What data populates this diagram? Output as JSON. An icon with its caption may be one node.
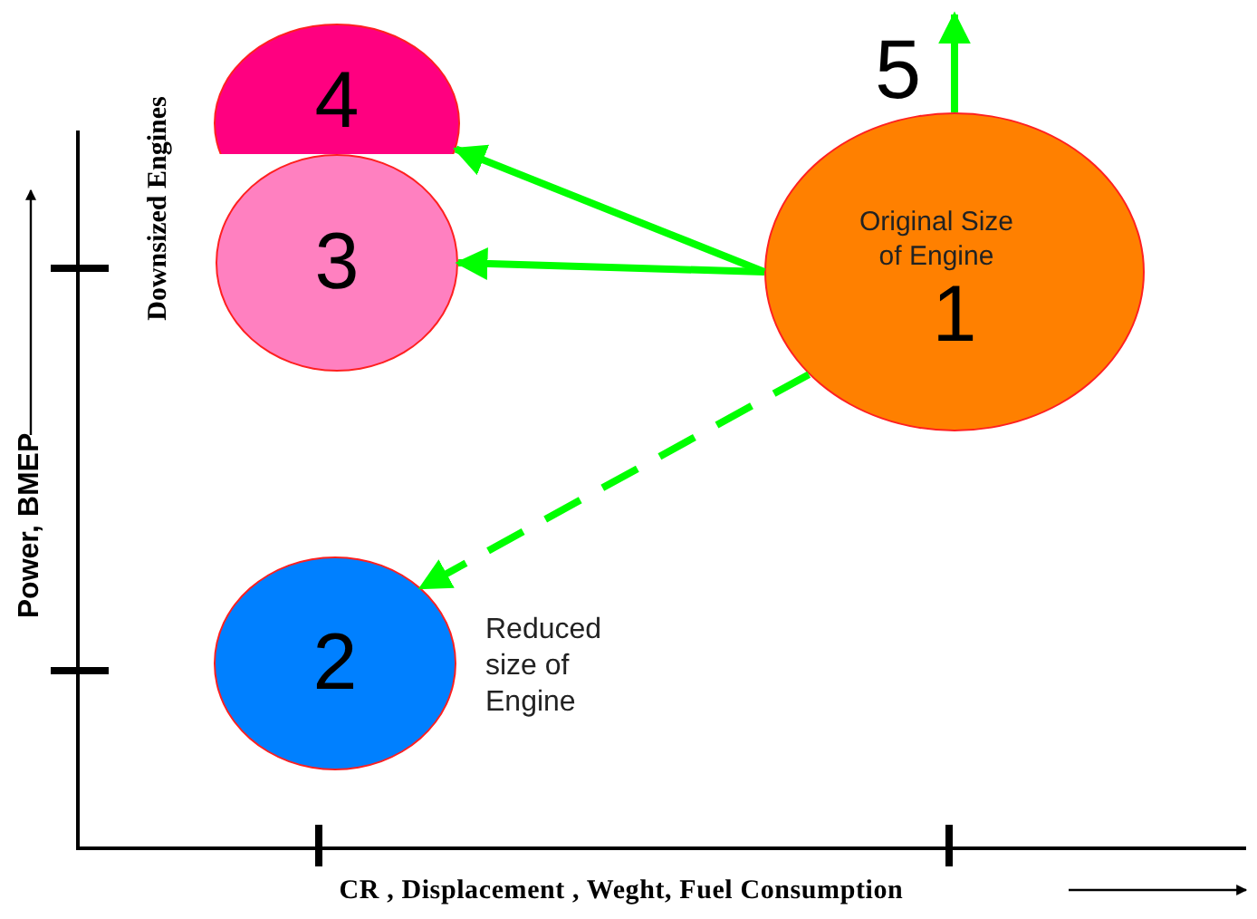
{
  "diagram": {
    "nodes": [
      {
        "text": [
          "4"
        ]
      },
      {
        "text": [
          "3"
        ]
      },
      {
        "text": [
          "Original Size of Engine",
          "1"
        ]
      },
      {
        "text": [
          "2"
        ],
        "beside": [
          "Reduced size of Engine"
        ]
      }
    ],
    "edges": [
      {
        "from": 2,
        "to": 0,
        "arrow": "to"
      },
      {
        "from": 2,
        "to": 1,
        "arrow": "to"
      },
      {
        "from": 2,
        "to": 3,
        "arrow": "to",
        "style": "dashed"
      },
      {
        "from": 2,
        "to": null,
        "arrow": "to",
        "label": "5"
      }
    ],
    "labels": [
      "Downsized Engines",
      "Power, BMEP",
      "CR , Displacement , Weght, Fuel Consumption"
    ]
  }
}
